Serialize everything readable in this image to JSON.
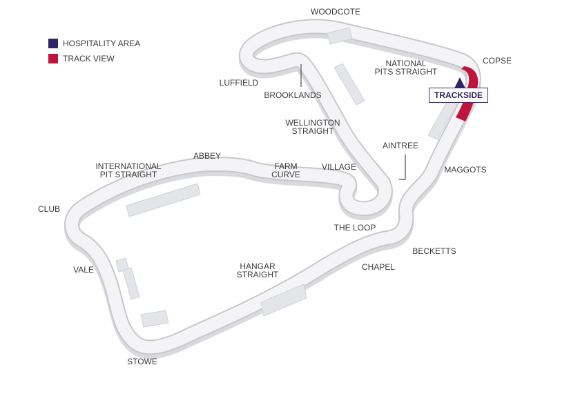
{
  "legend": [
    {
      "label": "HOSPITALITY AREA",
      "color": "#2e2466"
    },
    {
      "label": "TRACK VIEW",
      "color": "#c0143c"
    }
  ],
  "corners": {
    "woodcote": "WOODCOTE",
    "copse": "COPSE",
    "national_pits_straight": [
      "NATIONAL",
      "PITS STRAIGHT"
    ],
    "luffield": "LUFFIELD",
    "brooklands": "BROOKLANDS",
    "wellington_straight": [
      "WELLINGTON",
      "STRAIGHT"
    ],
    "aintree": "AINTREE",
    "maggots": "MAGGOTS",
    "abbey": "ABBEY",
    "international_pit_straight": [
      "INTERNATIONAL",
      "PIT STRAIGHT"
    ],
    "farm_curve": [
      "FARM",
      "CURVE"
    ],
    "village": "VILLAGE",
    "club": "CLUB",
    "the_loop": "THE LOOP",
    "becketts": "BECKETTS",
    "vale": "VALE",
    "hangar_straight": [
      "HANGAR",
      "STRAIGHT"
    ],
    "chapel": "CHAPEL",
    "stowe": "STOWE"
  },
  "trackside_label": "TRACKSIDE",
  "colors": {
    "track_fill": "#f4f4f6",
    "track_edge": "#c6c8cc",
    "track_shadow": "#d8dade",
    "hospitality": "#2e2466",
    "track_view": "#c0143c"
  }
}
